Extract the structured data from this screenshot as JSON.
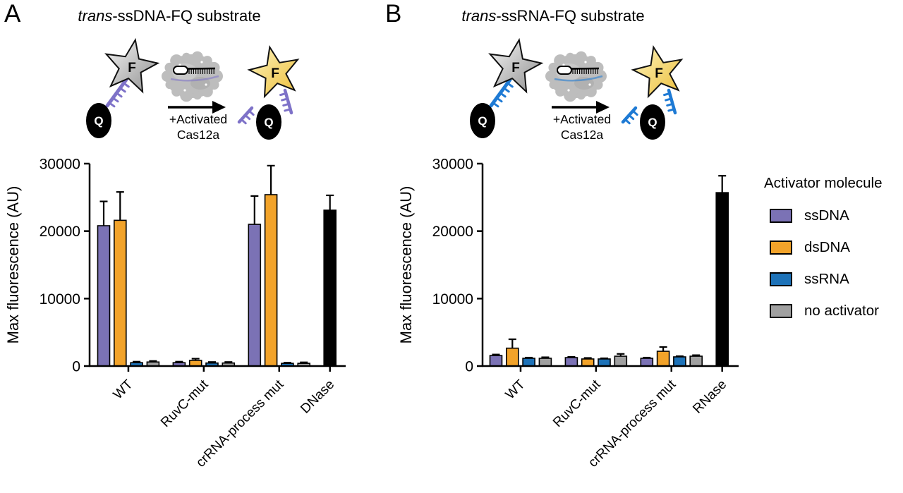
{
  "panels": [
    {
      "label": "A",
      "title_italic": "trans",
      "title_rest": "-ssDNA-FQ substrate",
      "schematic": {
        "fluorophore": "F",
        "quencher": "Q",
        "arrow_label_line1": "+Activated",
        "arrow_label_line2": "Cas12a",
        "linker_color": "#7E72C8",
        "fluorophore_quenched_color": "#9A9A9A",
        "fluorophore_released_color": "#F2C94C"
      }
    },
    {
      "label": "B",
      "title_italic": "trans",
      "title_rest": "-ssRNA-FQ substrate",
      "schematic": {
        "fluorophore": "F",
        "quencher": "Q",
        "arrow_label_line1": "+Activated",
        "arrow_label_line2": "Cas12a",
        "linker_color": "#1E7AD4",
        "fluorophore_quenched_color": "#9A9A9A",
        "fluorophore_released_color": "#F2C94C"
      }
    }
  ],
  "legend": {
    "title": "Activator molecule",
    "items": [
      {
        "label": "ssDNA",
        "color": "#7B72B5"
      },
      {
        "label": "dsDNA",
        "color": "#F2A32A"
      },
      {
        "label": "ssRNA",
        "color": "#1D72B8"
      },
      {
        "label": "no activator",
        "color": "#A0A0A0"
      }
    ]
  },
  "chart_data": [
    {
      "type": "bar",
      "panel": "A",
      "title": "trans-ssDNA-FQ substrate",
      "xlabel": "",
      "ylabel": "Max fluorescence (AU)",
      "ylim": [
        0,
        30000
      ],
      "yticks": [
        0,
        10000,
        20000,
        30000
      ],
      "grid": false,
      "legend_position": "right",
      "categories": [
        "WT",
        "RuvC-mut",
        "crRNA-process mut",
        "DNase"
      ],
      "series": [
        {
          "name": "ssDNA",
          "color": "#7B72B5",
          "values": [
            20800,
            500,
            21000,
            null
          ],
          "errors": [
            3600,
            150,
            4200,
            null
          ]
        },
        {
          "name": "dsDNA",
          "color": "#F2A32A",
          "values": [
            21600,
            840,
            25400,
            null
          ],
          "errors": [
            4200,
            250,
            4300,
            null
          ]
        },
        {
          "name": "ssRNA",
          "color": "#1D72B8",
          "values": [
            500,
            450,
            400,
            null
          ],
          "errors": [
            150,
            150,
            100,
            null
          ]
        },
        {
          "name": "no activator",
          "color": "#A0A0A0",
          "values": [
            600,
            450,
            400,
            null
          ],
          "errors": [
            150,
            150,
            150,
            null
          ]
        },
        {
          "name": "DNase",
          "color": "#000000",
          "values": [
            null,
            null,
            null,
            23100
          ],
          "errors": [
            null,
            null,
            null,
            2200
          ]
        }
      ]
    },
    {
      "type": "bar",
      "panel": "B",
      "title": "trans-ssRNA-FQ substrate",
      "xlabel": "",
      "ylabel": "Max fluorescence (AU)",
      "ylim": [
        0,
        30000
      ],
      "yticks": [
        0,
        10000,
        20000,
        30000
      ],
      "grid": false,
      "legend_position": "right",
      "categories": [
        "WT",
        "RuvC-mut",
        "crRNA-process mut",
        "RNase"
      ],
      "series": [
        {
          "name": "ssDNA",
          "color": "#7B72B5",
          "values": [
            1560,
            1250,
            1150,
            null
          ],
          "errors": [
            150,
            100,
            100,
            null
          ]
        },
        {
          "name": "dsDNA",
          "color": "#F2A32A",
          "values": [
            2650,
            1050,
            2190,
            null
          ],
          "errors": [
            1320,
            150,
            630,
            null
          ]
        },
        {
          "name": "ssRNA",
          "color": "#1D72B8",
          "values": [
            1150,
            1050,
            1360,
            null
          ],
          "errors": [
            100,
            100,
            100,
            null
          ]
        },
        {
          "name": "no activator",
          "color": "#A0A0A0",
          "values": [
            1150,
            1460,
            1460,
            null
          ],
          "errors": [
            150,
            340,
            150,
            null
          ]
        },
        {
          "name": "RNase",
          "color": "#000000",
          "values": [
            null,
            null,
            null,
            25700
          ],
          "errors": [
            null,
            null,
            null,
            2500
          ]
        }
      ]
    }
  ]
}
